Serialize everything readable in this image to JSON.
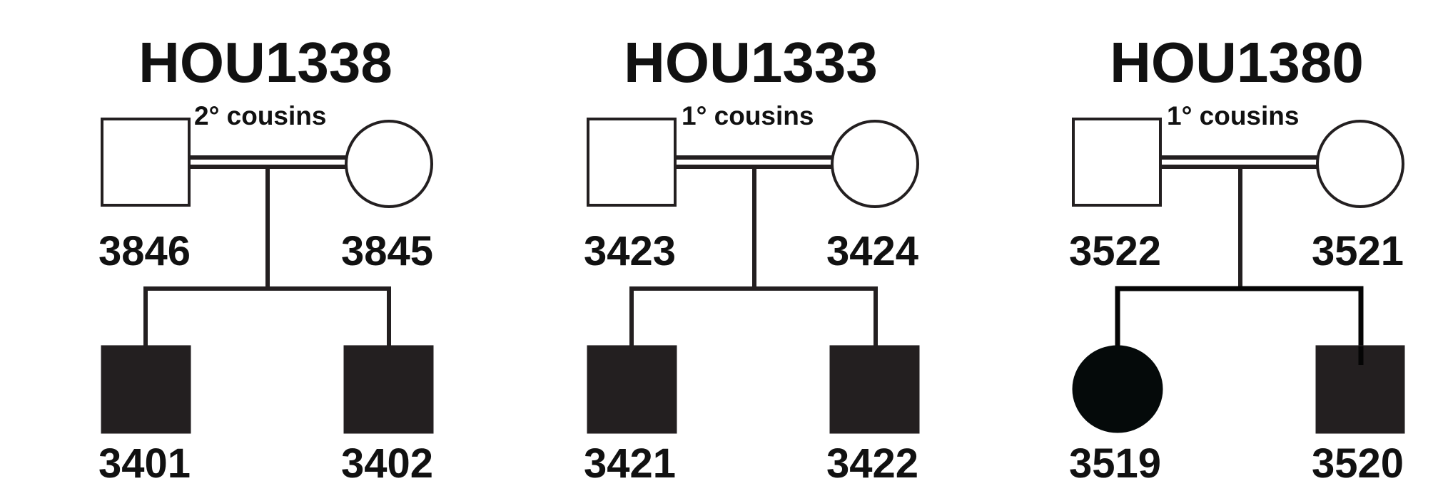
{
  "families": [
    {
      "title": "HOU1338",
      "relation": "2° cousins",
      "father": {
        "id": "3846",
        "sex": "male",
        "affected": false
      },
      "mother": {
        "id": "3845",
        "sex": "female",
        "affected": false
      },
      "children": [
        {
          "id": "3401",
          "sex": "male",
          "affected": true
        },
        {
          "id": "3402",
          "sex": "male",
          "affected": true
        }
      ]
    },
    {
      "title": "HOU1333",
      "relation": "1° cousins",
      "father": {
        "id": "3423",
        "sex": "male",
        "affected": false
      },
      "mother": {
        "id": "3424",
        "sex": "female",
        "affected": false
      },
      "children": [
        {
          "id": "3421",
          "sex": "male",
          "affected": true
        },
        {
          "id": "3422",
          "sex": "male",
          "affected": true
        }
      ]
    },
    {
      "title": "HOU1380",
      "relation": "1° cousins",
      "father": {
        "id": "3522",
        "sex": "male",
        "affected": false
      },
      "mother": {
        "id": "3521",
        "sex": "female",
        "affected": false
      },
      "children": [
        {
          "id": "3519",
          "sex": "female",
          "affected": true
        },
        {
          "id": "3520",
          "sex": "male",
          "affected": true
        }
      ]
    }
  ],
  "colors": {
    "line": "#231f20",
    "affected_fill": "#231f20",
    "unaffected_fill": "#ffffff"
  }
}
